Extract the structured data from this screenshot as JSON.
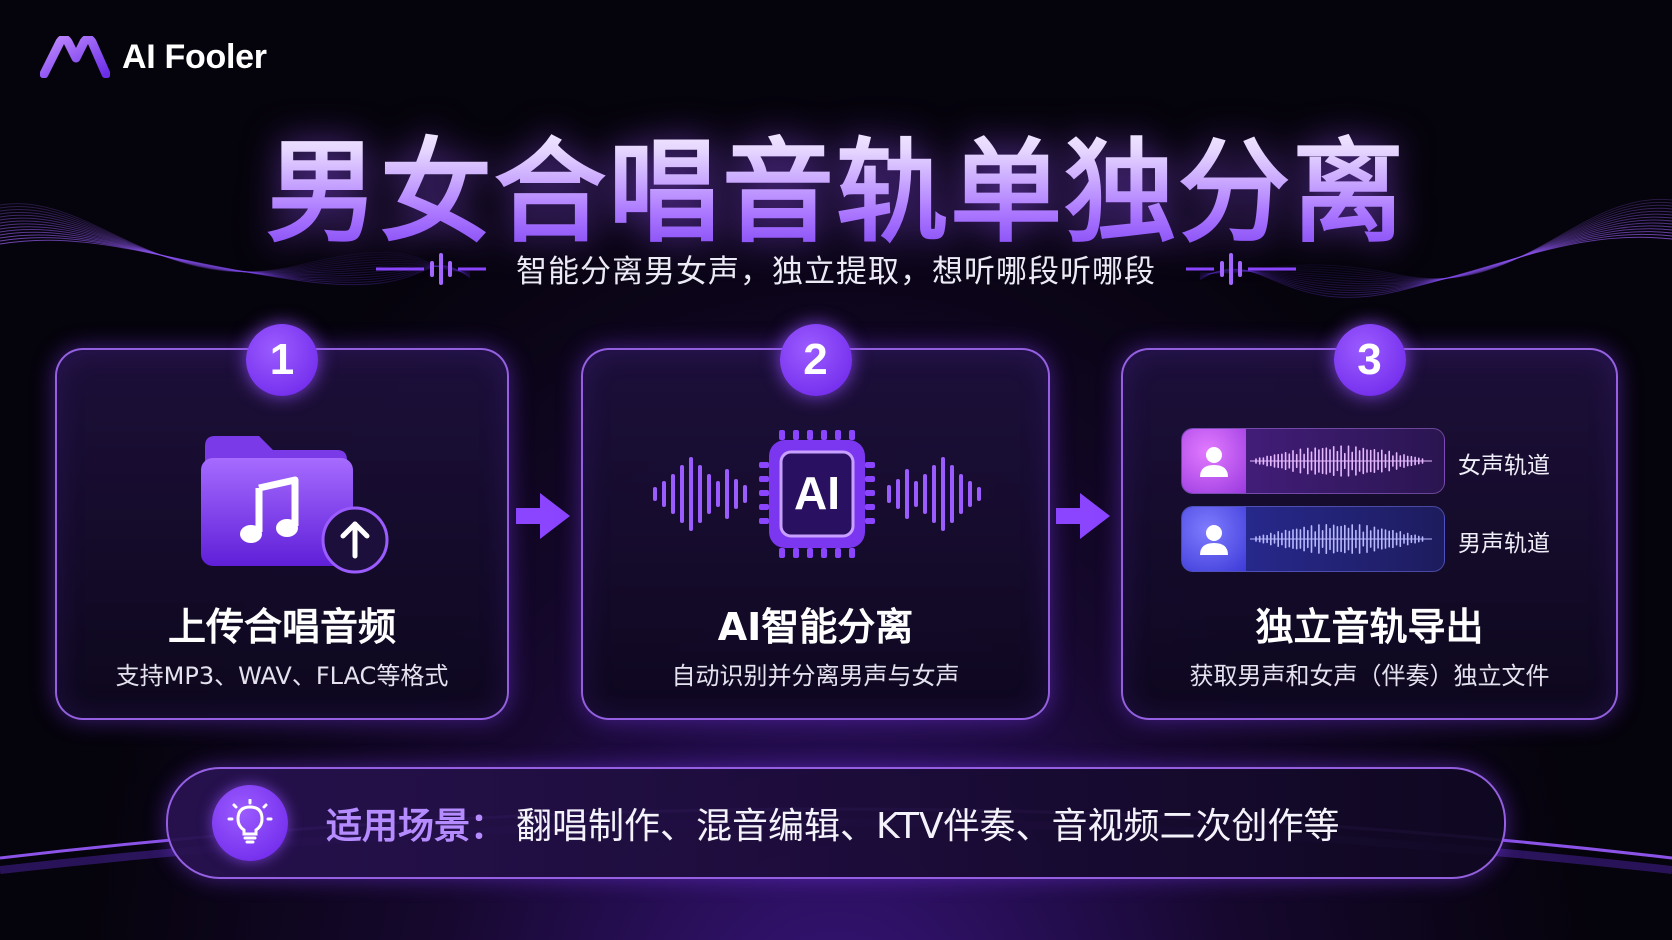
{
  "brand": {
    "logo_text": "AI Fooler",
    "logo_icon": "wave-logo-icon"
  },
  "headline": {
    "title": "男女合唱音轨单独分离",
    "subtitle": "智能分离男女声，独立提取，想听哪段听哪段"
  },
  "steps": [
    {
      "number": "1",
      "title": "上传合唱音频",
      "description": "支持MP3、WAV、FLAC等格式",
      "icon": "music-folder-upload-icon"
    },
    {
      "number": "2",
      "title": "AI智能分离",
      "description": "自动识别并分离男声与女声",
      "icon": "ai-chip-icon",
      "chip_text": "AI"
    },
    {
      "number": "3",
      "title": "独立音轨导出",
      "description": "获取男声和女声（伴奏）独立文件",
      "tracks": [
        {
          "label": "女声轨道",
          "icon": "female-user-icon"
        },
        {
          "label": "男声轨道",
          "icon": "male-user-icon"
        }
      ]
    }
  ],
  "scenarios": {
    "label": "适用场景：",
    "text": "翻唱制作、混音编辑、KTV伴奏、音视频二次创作等",
    "icon": "lightbulb-icon"
  },
  "colors": {
    "accent": "#8b45ff",
    "accent_light": "#b58cff",
    "background": "#05030b",
    "card_border": "#aa6eff",
    "female_track": "#c56bff",
    "male_track": "#6c6cff"
  }
}
